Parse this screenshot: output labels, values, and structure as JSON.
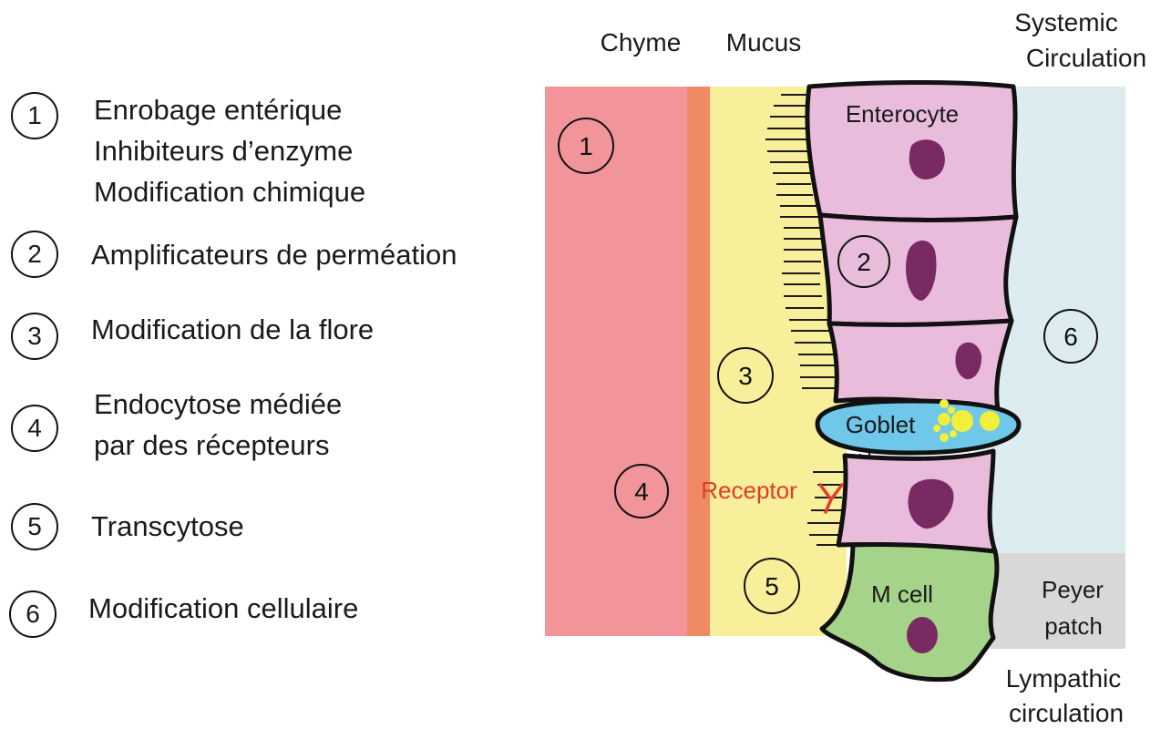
{
  "legend": [
    {
      "number": "1",
      "lines": [
        "Enrobage entérique",
        "Inhibiteurs d’enzyme",
        "Modification chimique"
      ]
    },
    {
      "number": "2",
      "lines": [
        "Amplificateurs de perméation"
      ]
    },
    {
      "number": "3",
      "lines": [
        "Modification de la flore"
      ]
    },
    {
      "number": "4",
      "lines": [
        "Endocytose médiée",
        "par des récepteurs"
      ]
    },
    {
      "number": "5",
      "lines": [
        "Transcytose"
      ]
    },
    {
      "number": "6",
      "lines": [
        "Modification cellulaire"
      ]
    }
  ],
  "diagram": {
    "headers": {
      "chyme": "Chyme",
      "mucus": "Mucus",
      "systemic_1": "Systemic",
      "systemic_2": "Circulation"
    },
    "cells": {
      "enterocyte": "Enterocyte",
      "goblet": "Goblet",
      "m_cell": "M cell"
    },
    "receptor": "Receptor",
    "peyer_1": "Peyer",
    "peyer_2": "patch",
    "lymphatic_1": "Lympathic",
    "lymphatic_2": "circulation",
    "markers": [
      "1",
      "2",
      "3",
      "4",
      "5",
      "6"
    ]
  },
  "colors": {
    "chyme": "#f2959b",
    "boundary": "#ef8a63",
    "mucus": "#f8ef9a",
    "circulation": "#dcecf0",
    "peyer": "#d8d8d8",
    "cell": "#e9bcdc",
    "nucleus": "#7a2a63",
    "goblet": "#6fc7ea",
    "granules": "#f2ef3a",
    "m_cell": "#a6d38a",
    "receptor": "#e53a2a"
  }
}
